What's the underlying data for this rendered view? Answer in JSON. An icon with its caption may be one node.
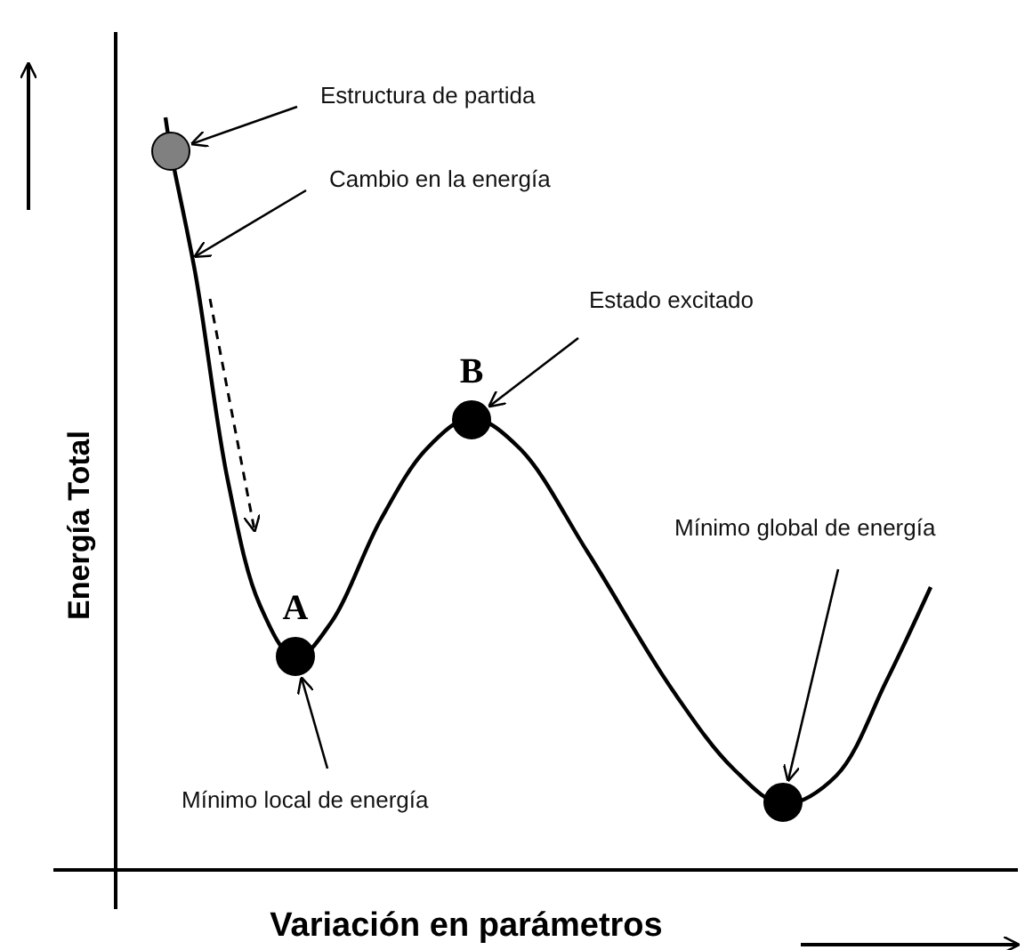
{
  "diagram": {
    "nodes": [
      {
        "text": [
          "Estructura de partida"
        ]
      },
      {
        "text": [],
        "shape": "circle"
      },
      {
        "text": [
          "Cambio en la energía"
        ]
      },
      {
        "text": [
          "Estado excitado"
        ]
      },
      {
        "text": [
          "B"
        ]
      },
      {
        "text": [
          "Mínimo global de energía"
        ]
      },
      {
        "text": [
          "A"
        ]
      },
      {
        "text": [
          "Mínimo local de energía"
        ]
      },
      {
        "text": [],
        "shape": "circle"
      }
    ],
    "edges": [
      {
        "from": 0,
        "to": 1,
        "arrow": "to"
      },
      {
        "from": 2,
        "to": null,
        "arrow": "to"
      },
      {
        "from": 3,
        "to": 4,
        "arrow": "to"
      },
      {
        "from": 7,
        "to": 6,
        "arrow": "to"
      },
      {
        "from": 5,
        "to": 8,
        "arrow": "to"
      }
    ],
    "labels": [
      "Energía Total",
      "Variación en parámetros"
    ]
  }
}
